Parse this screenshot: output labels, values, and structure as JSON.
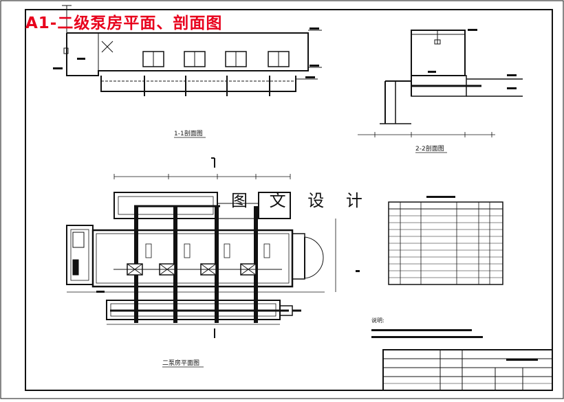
{
  "sheet_title": "A1-二级泵房平面、剖面图",
  "watermark": "图 文 设 计",
  "views": {
    "section_1": "1-1剖面图",
    "section_2": "2-2剖面图",
    "plan": "二泵房平面图"
  },
  "notes": {
    "heading": "说明:"
  },
  "colors": {
    "title": "#e8001c",
    "line": "#111111"
  }
}
